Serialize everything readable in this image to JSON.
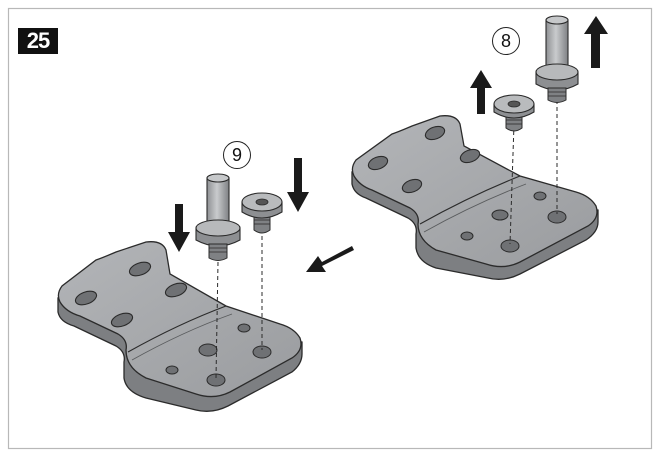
{
  "figure": {
    "step_number": "25",
    "callouts": {
      "remove": "8",
      "install": "9"
    }
  },
  "colors": {
    "frame": "#b8b8b8",
    "plate_top": "#a7a9ac",
    "plate_side": "#7d7f82",
    "outline": "#2b2b2b",
    "hole": "#6f7174",
    "arrow": "#1a1a1a",
    "badge": "#111111"
  },
  "icons": [
    "arrow-up-icon",
    "arrow-down-icon",
    "arrow-left-icon"
  ]
}
